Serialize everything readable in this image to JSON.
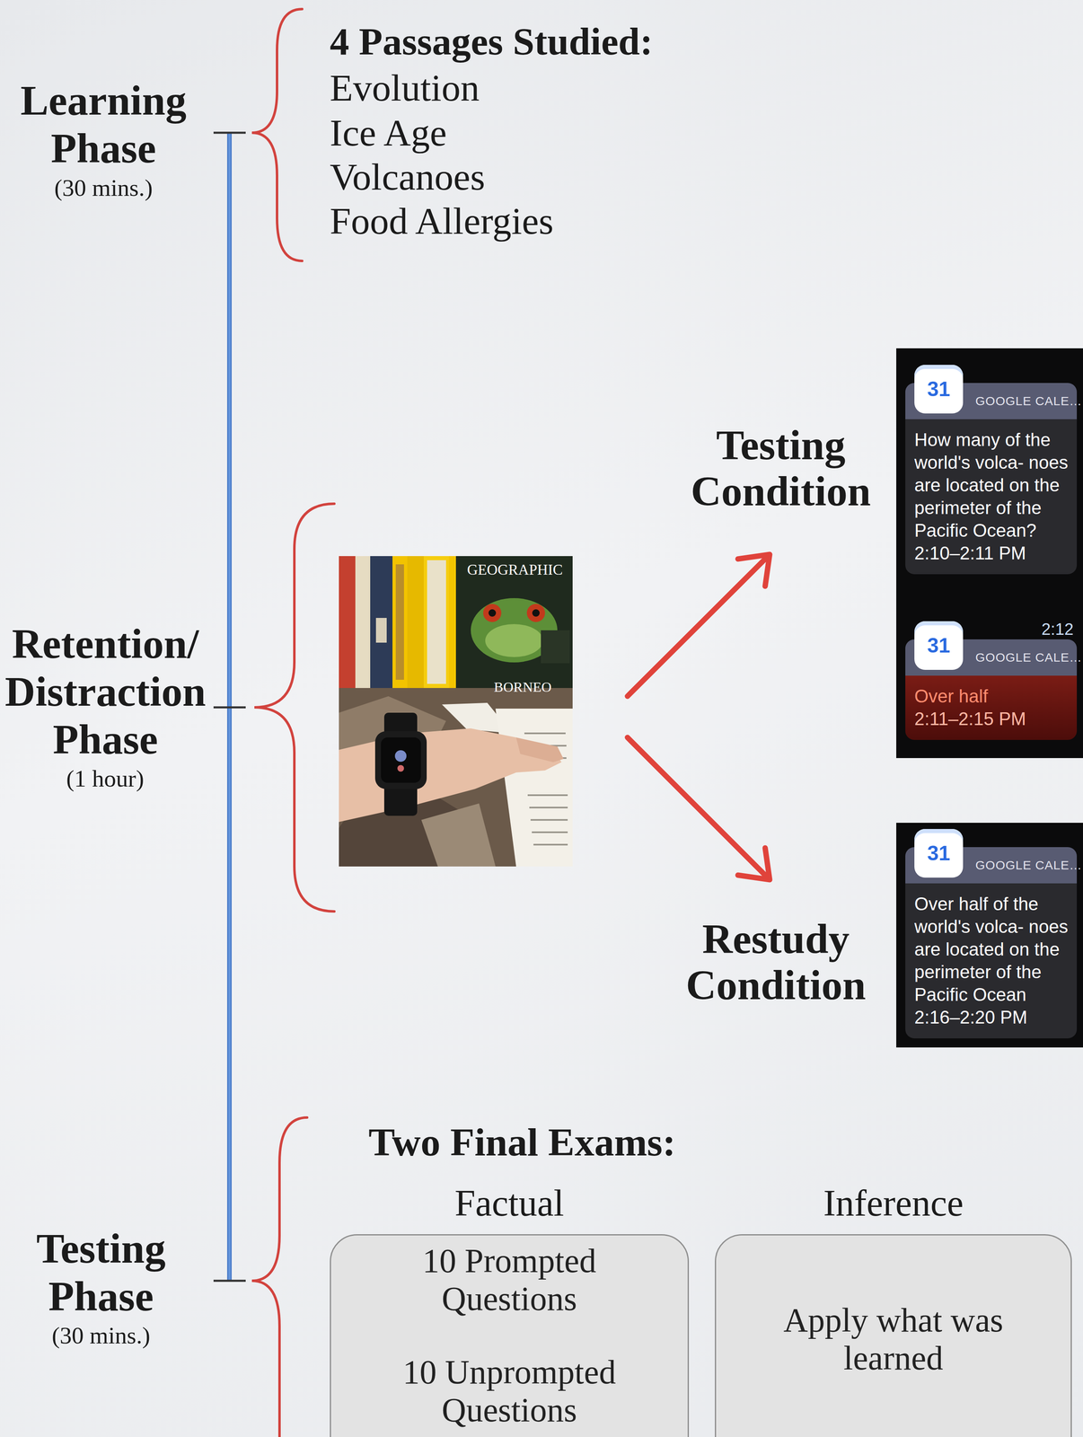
{
  "diagram": {
    "nodes": [
      {
        "text": [
          "31",
          "GOOGLE CALE…",
          "How many of the world's volca- noes are located on the perimeter of the Pacific Ocean?",
          "2:10–2:11 PM"
        ]
      },
      {
        "text": [
          "31",
          "GOOGLE CALE…",
          "2:12",
          "Over half",
          "2:11–2:15 PM"
        ]
      },
      {
        "text": [
          "31",
          "GOOGLE CALE…",
          "Over half of the world's volca- noes are located on the perimeter of the Pacific Ocean",
          "2:16–2:20 PM"
        ]
      },
      {
        "text": [
          "Factual",
          "10 Prompted Questions",
          "10 Unprompted Questions"
        ]
      },
      {
        "text": [
          "Inference",
          "Apply what was learned"
        ]
      }
    ],
    "labels": [
      "Learning Phase",
      "(30 mins.)",
      "4 Passages Studied:",
      "Evolution",
      "Ice Age",
      "Volcanoes",
      "Food Allergies",
      "Retention/ Distraction Phase",
      "(1 hour)",
      "Testing Condition",
      "Restudy Condition",
      "Testing Phase",
      "(30 mins.)",
      "Two Final Exams:",
      "GEOGRAPHIC",
      "BORNEO"
    ]
  }
}
